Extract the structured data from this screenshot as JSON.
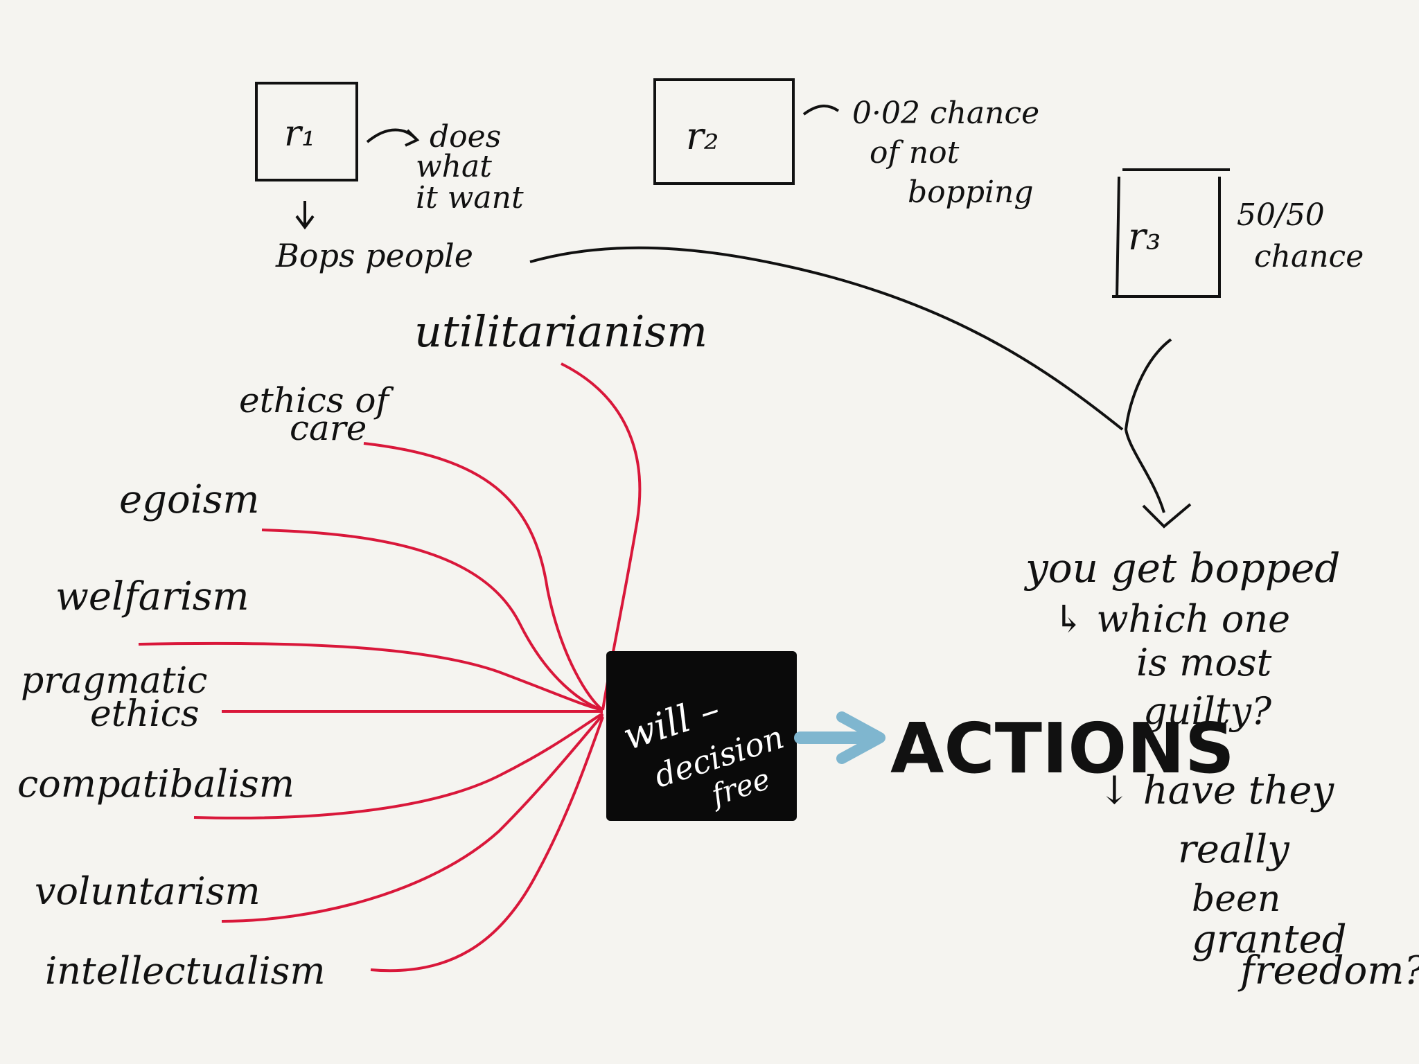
{
  "robots": {
    "r1": {
      "label": "r₁",
      "note_lines": [
        "does",
        "what",
        "it want"
      ],
      "below": "Bops people"
    },
    "r2": {
      "label": "r₂",
      "note_lines": [
        "0·02 chance",
        "of not",
        "bopping"
      ]
    },
    "r3": {
      "label": "r₃",
      "note_lines": [
        "50/50",
        "chance"
      ]
    }
  },
  "theories": [
    {
      "lines": [
        "utilitarianism"
      ]
    },
    {
      "lines": [
        "ethics of",
        "care"
      ]
    },
    {
      "lines": [
        "egoism"
      ]
    },
    {
      "lines": [
        "welfarism"
      ]
    },
    {
      "lines": [
        "pragmatic",
        "ethics"
      ]
    },
    {
      "lines": [
        "compatibalism"
      ]
    },
    {
      "lines": [
        "voluntarism"
      ]
    },
    {
      "lines": [
        "intellectualism"
      ]
    }
  ],
  "center_box": {
    "lines": [
      "will –",
      "decision",
      "free"
    ]
  },
  "actions_label": "ACTIONS",
  "outcome": {
    "lines": [
      "you get bopped",
      "↳ which one",
      "is most",
      "guilty?"
    ],
    "followup_lines": [
      "↓ have they",
      "really",
      "been",
      "granted",
      "freedom?"
    ]
  },
  "colors": {
    "background": "#f5f4f0",
    "ink": "#111111",
    "theory_lines": "#d9173a",
    "arrow": "#7fb6cf"
  }
}
